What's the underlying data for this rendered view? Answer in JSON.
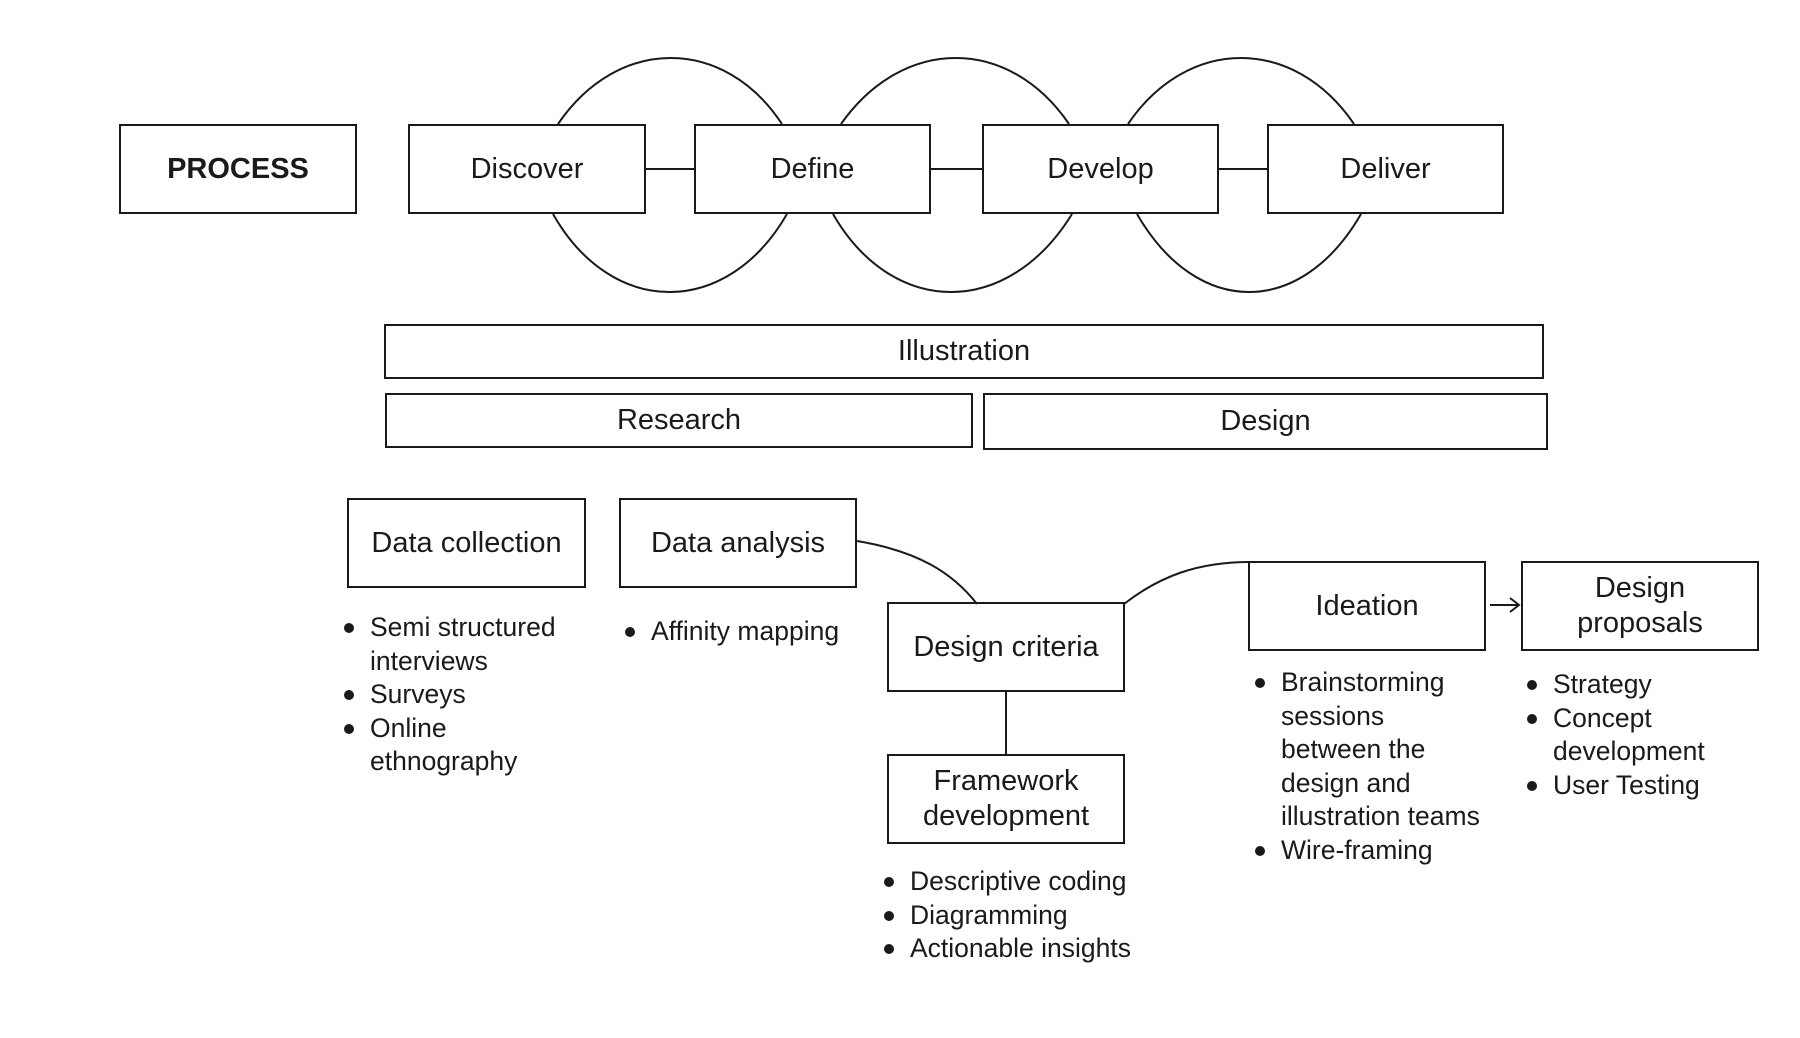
{
  "process": {
    "title": "PROCESS",
    "phases": [
      "Discover",
      "Define",
      "Develop",
      "Deliver"
    ]
  },
  "tracks": {
    "illustration": "Illustration",
    "research": "Research",
    "design": "Design"
  },
  "stages": {
    "data_collection": {
      "label": "Data collection",
      "items": [
        "Semi structured\ninterviews",
        "Surveys",
        "Online\nethnography"
      ]
    },
    "data_analysis": {
      "label": "Data analysis",
      "items": [
        "Affinity mapping"
      ]
    },
    "design_criteria": {
      "label": "Design criteria"
    },
    "framework_development": {
      "label_lines": [
        "Framework",
        "development"
      ],
      "items": [
        "Descriptive coding",
        "Diagramming",
        "Actionable insights"
      ]
    },
    "ideation": {
      "label": "Ideation",
      "items": [
        "Brainstorming\nsessions\nbetween the\ndesign and\nillustration teams",
        "Wire-framing"
      ]
    },
    "design_proposals": {
      "label_lines": [
        "Design",
        "proposals"
      ],
      "items": [
        "Strategy",
        "Concept\ndevelopment",
        "User Testing"
      ]
    }
  }
}
